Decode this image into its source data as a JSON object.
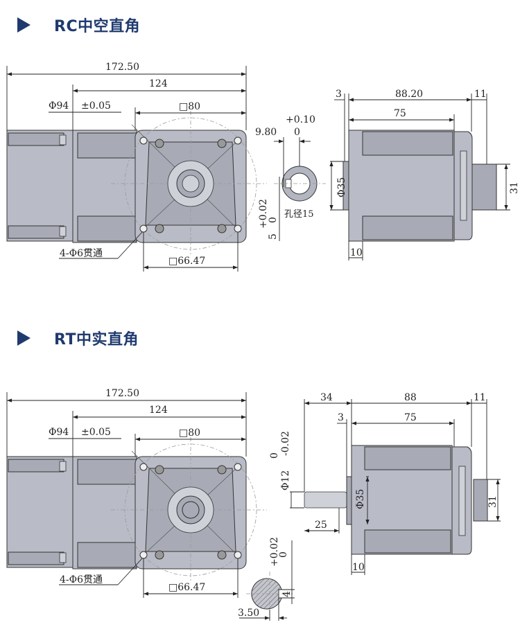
{
  "colors": {
    "title": "#1f3a6e",
    "body": "#b9bcc6"
  },
  "sections": [
    {
      "title": "RC中空直角",
      "front": {
        "overall": "172.50",
        "gear_length": "124",
        "pcd": "Φ94",
        "pcd_tol": "±0.05",
        "flange": "□80",
        "hole_spacing": "□66.47",
        "holes": "4-Φ6贯通"
      },
      "keyway": {
        "tol_upper": "+0.10",
        "depth": "9.80",
        "tol_zero": "0",
        "width_tol_upper": "+0.02",
        "width_tol_zero": "0",
        "width": "5",
        "bore": "孔径15"
      },
      "side": {
        "flange_thk": "3",
        "length": "88.20",
        "cap": "11",
        "body": "75",
        "pilot": "Φ35",
        "stub": "31",
        "flange_len": "10"
      }
    },
    {
      "title": "RT中实直角",
      "front": {
        "overall": "172.50",
        "gear_length": "124",
        "pcd": "Φ94",
        "pcd_tol": "±0.05",
        "flange": "□80",
        "hole_spacing": "□66.47",
        "holes": "4-Φ6贯通"
      },
      "side": {
        "shaft_len": "34",
        "length": "88",
        "cap": "11",
        "flange_thk": "3",
        "body": "75",
        "shaft_dia": "Φ12",
        "shaft_tol_upper": "0",
        "shaft_tol_lower": "-0.02",
        "key_len": "25",
        "pilot": "Φ35",
        "stub": "31",
        "flange_len": "10"
      },
      "key": {
        "tol_upper": "+0.02",
        "tol_zero": "0",
        "key_width": "4",
        "key_depth": "3.50"
      }
    }
  ]
}
